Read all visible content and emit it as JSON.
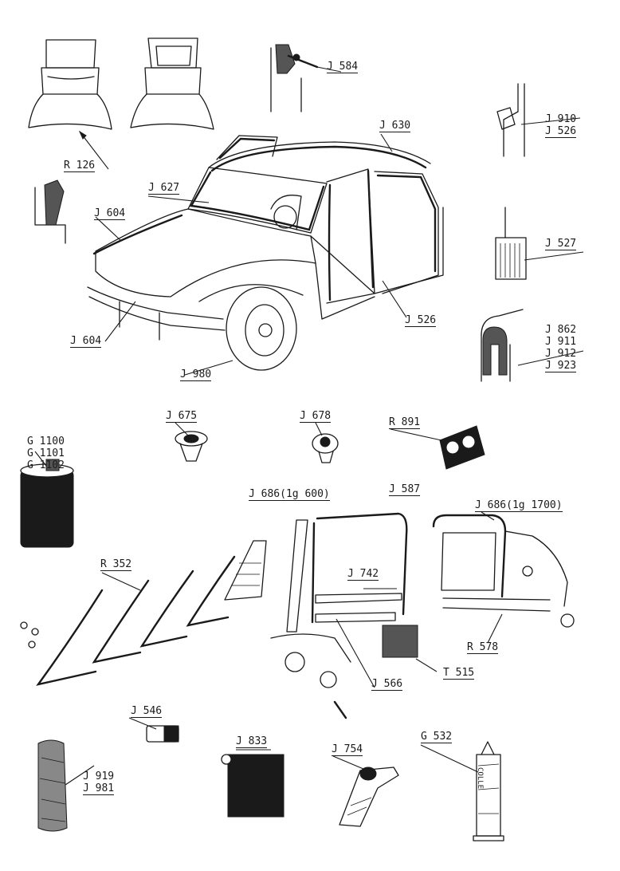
{
  "labels": {
    "r126": "R 126",
    "j584": "J 584",
    "j910": "J 910",
    "j526_top": "J 526",
    "j630": "J 630",
    "j627": "J 627",
    "j604_top": "J 604",
    "j527": "J 527",
    "j862": "J 862",
    "j911": "J 911",
    "j912": "J 912",
    "j923": "J 923",
    "j526_mid": "J 526",
    "j604_bottom": "J 604",
    "j980": "J 980",
    "g1100": "G 1100",
    "g1101": "G 1101",
    "g1102": "G 1102",
    "j675": "J 675",
    "j678": "J 678",
    "r891": "R 891",
    "j686_600": "J 686(1g 600)",
    "j587": "J 587",
    "j686_1700": "J 686(1g 1700)",
    "r352": "R 352",
    "j742": "J 742",
    "r578": "R 578",
    "t515": "T 515",
    "j566": "J 566",
    "j546": "J 546",
    "j919": "J 919",
    "j981": "J 981",
    "j833": "J 833",
    "j754": "J 754",
    "g532": "G 532",
    "tube_text": "COLLE"
  },
  "colors": {
    "ink": "#1a1a1a",
    "paper": "#ffffff"
  }
}
